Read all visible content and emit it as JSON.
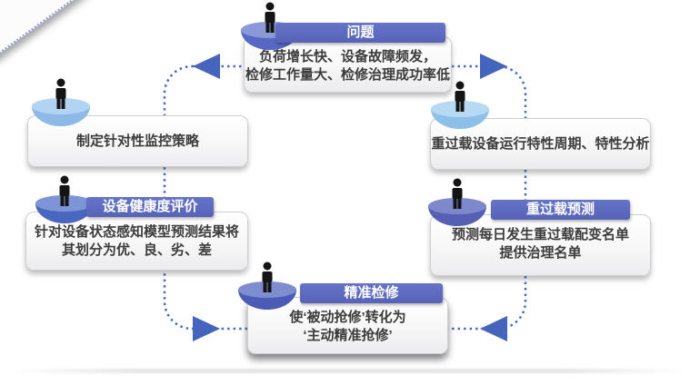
{
  "diagram": {
    "name": "closed-loop equipment maintenance cycle",
    "path_color": "#4a6bc4",
    "arrow_color": "#4565bd",
    "banner_color": "#5b6abe",
    "nodes": [
      {
        "id": "problem",
        "banner": "问题",
        "lines": [
          "负荷增长快、设备故障频发，",
          "检修工作量大、检修治理成功率低"
        ],
        "bowl_color": "#5668c4",
        "rim_color": "#8a9ad8"
      },
      {
        "id": "overload-analysis",
        "lines": [
          "重过载设备运行特性周期、特性分析"
        ],
        "bowl_color": "#8cc0e8",
        "rim_color": "#b8d9f2"
      },
      {
        "id": "overload-forecast",
        "banner": "重过载预测",
        "lines": [
          "预测每日发生重过载配变名单",
          "提供治理名单"
        ],
        "bowl_color": "#5560b5",
        "rim_color": "#7e89cc"
      },
      {
        "id": "precise-maintenance",
        "banner": "精准检修",
        "lines": [
          "使‘被动抢修’转化为",
          "‘主动精准抢修’"
        ],
        "bowl_color": "#4a5cb5",
        "rim_color": "#7e8cd0"
      },
      {
        "id": "health-evaluation",
        "banner": "设备健康度评价",
        "lines": [
          "针对设备状态感知模型预测结果将",
          "其划分为优、良、劣、差"
        ],
        "bowl_color": "#4a67c0",
        "rim_color": "#7d94d6"
      },
      {
        "id": "monitoring-strategy",
        "lines": [
          "制定针对性监控策略"
        ],
        "bowl_color": "#8cb9e6",
        "rim_color": "#b3d3f2"
      }
    ]
  }
}
